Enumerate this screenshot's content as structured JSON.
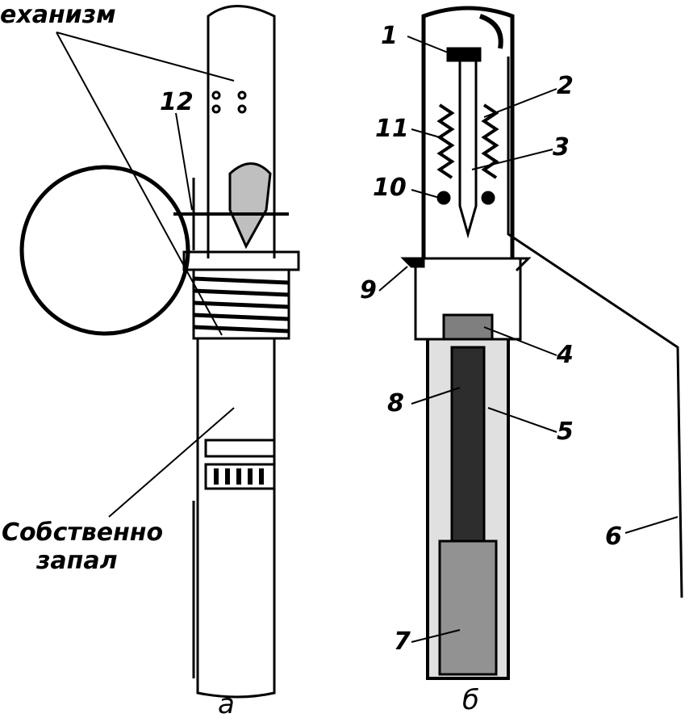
{
  "labels": {
    "mechanism": "еханизм",
    "fuze_proper_line1": "Собственно",
    "fuze_proper_line2": "запал",
    "view_a": "а",
    "view_b": "б",
    "n1": "1",
    "n2": "2",
    "n3": "3",
    "n4": "4",
    "n5": "5",
    "n6": "6",
    "n7": "7",
    "n8": "8",
    "n9": "9",
    "n10": "10",
    "n11": "11",
    "n12": "12"
  }
}
